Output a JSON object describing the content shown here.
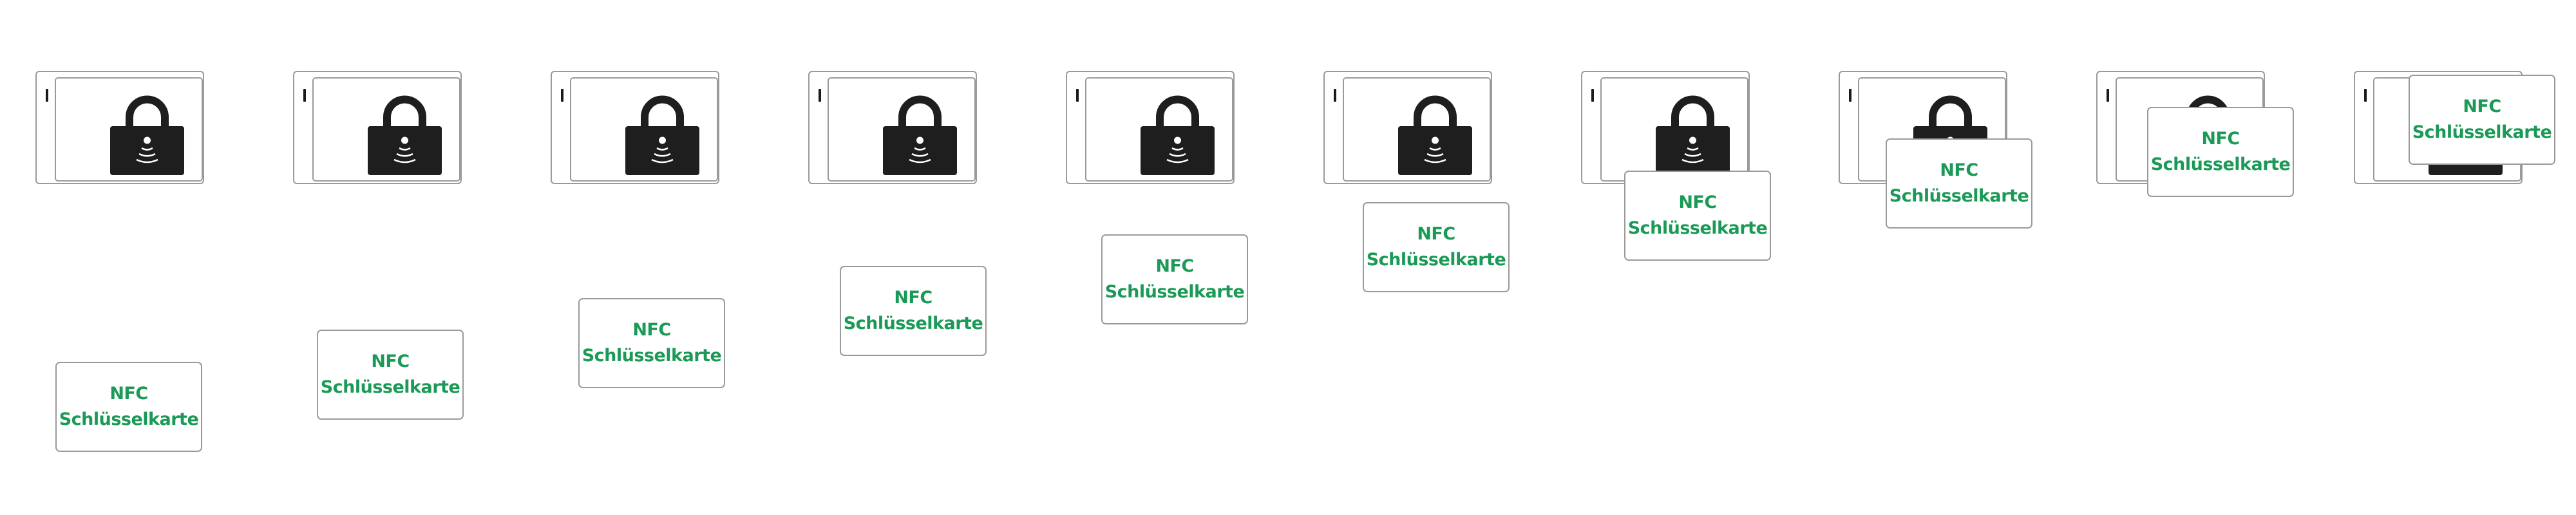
{
  "colors": {
    "card_text": "#1b9a57",
    "outline": "#9a9a9a",
    "lock_body": "#1e1e1e",
    "background": "#ffffff"
  },
  "icons": {
    "lock": "padlock-with-nfc-waves-icon",
    "indicator": "led-indicator-icon"
  },
  "card": {
    "line1": "NFC",
    "line2": "Schlüsselkarte"
  },
  "frames": [
    {
      "step": 1,
      "card_progress": 0.0
    },
    {
      "step": 2,
      "card_progress": 0.111
    },
    {
      "step": 3,
      "card_progress": 0.222
    },
    {
      "step": 4,
      "card_progress": 0.333
    },
    {
      "step": 5,
      "card_progress": 0.444
    },
    {
      "step": 6,
      "card_progress": 0.556
    },
    {
      "step": 7,
      "card_progress": 0.667
    },
    {
      "step": 8,
      "card_progress": 0.778
    },
    {
      "step": 9,
      "card_progress": 0.889
    },
    {
      "step": 10,
      "card_progress": 1.0
    }
  ]
}
